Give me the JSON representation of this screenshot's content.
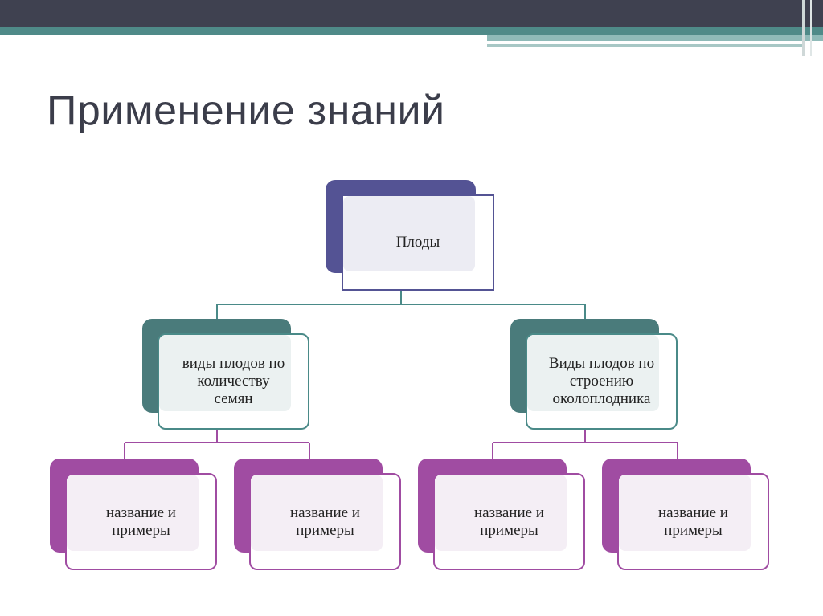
{
  "slide": {
    "title": "Применение знаний"
  },
  "diagram": {
    "root": {
      "label": "Плоды"
    },
    "branches": [
      {
        "label": "виды плодов по\nколичеству\nсемян",
        "children": [
          {
            "label": "название и\nпримеры"
          },
          {
            "label": "название и\nпримеры"
          }
        ]
      },
      {
        "label": "Виды плодов по\nстроению\nоколоплодника",
        "children": [
          {
            "label": "название и\nпримеры"
          },
          {
            "label": "название и\nпримеры"
          }
        ]
      }
    ]
  },
  "colors": {
    "header_dark": "#3f4150",
    "header_teal": "#4f8a88",
    "root_accent": "#545394",
    "branch_accent": "#4a7b7b",
    "leaf_accent": "#a04ca2",
    "connector": "#4a8a88"
  }
}
